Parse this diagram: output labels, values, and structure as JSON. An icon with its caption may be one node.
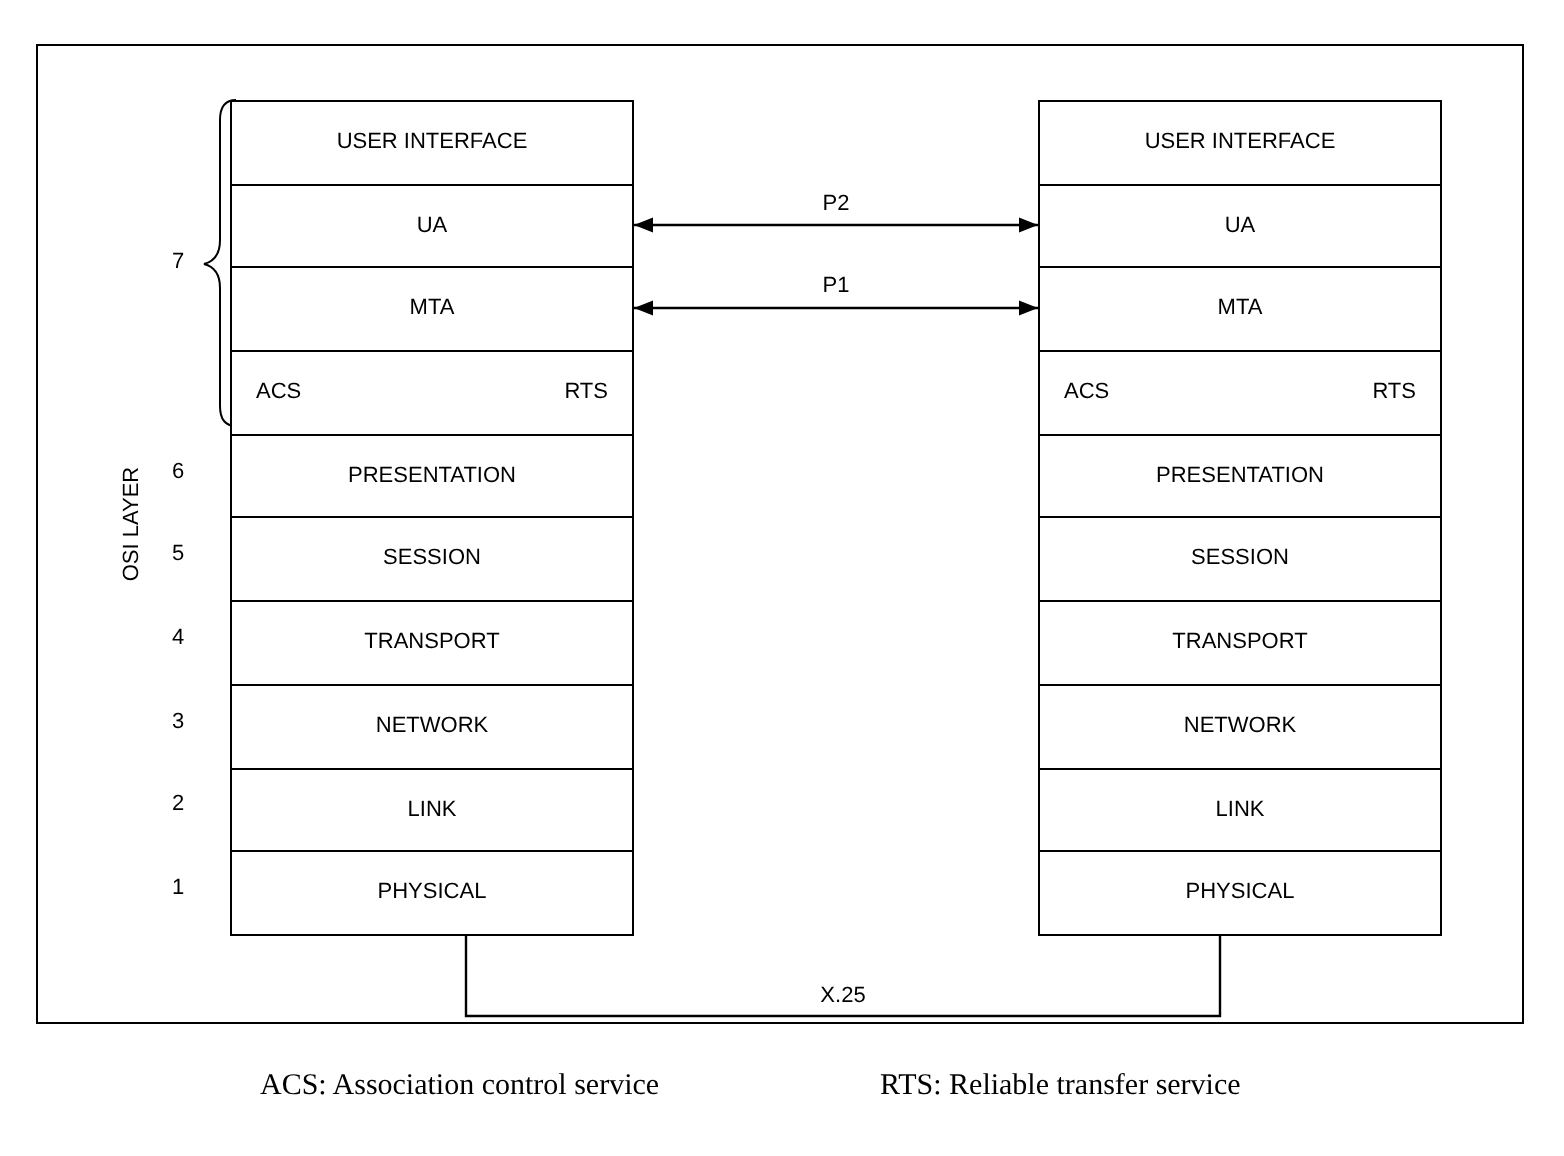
{
  "diagram": {
    "nodes": [
      {
        "text": [
          "USER INTERFACE"
        ]
      },
      {
        "text": [
          "UA"
        ]
      },
      {
        "text": [
          "MTA"
        ]
      },
      {
        "text": [
          "ACS",
          "RTS"
        ]
      },
      {
        "text": [
          "PRESENTATION"
        ]
      },
      {
        "text": [
          "SESSION"
        ]
      },
      {
        "text": [
          "TRANSPORT"
        ]
      },
      {
        "text": [
          "NETWORK"
        ]
      },
      {
        "text": [
          "LINK"
        ]
      },
      {
        "text": [
          "PHYSICAL"
        ]
      },
      {
        "text": [
          "USER INTERFACE"
        ]
      },
      {
        "text": [
          "UA"
        ]
      },
      {
        "text": [
          "MTA"
        ]
      },
      {
        "text": [
          "ACS",
          "RTS"
        ]
      },
      {
        "text": [
          "PRESENTATION"
        ]
      },
      {
        "text": [
          "SESSION"
        ]
      },
      {
        "text": [
          "TRANSPORT"
        ]
      },
      {
        "text": [
          "NETWORK"
        ]
      },
      {
        "text": [
          "LINK"
        ]
      },
      {
        "text": [
          "PHYSICAL"
        ]
      }
    ],
    "edges": [
      {
        "from": 1,
        "to": 11,
        "arrow": "both",
        "label": "P2"
      },
      {
        "from": 2,
        "to": 12,
        "arrow": "both",
        "label": "P1"
      },
      {
        "from": 9,
        "to": 19,
        "arrow": "none",
        "label": "X.25"
      }
    ],
    "labels": [
      "7",
      "OSI LAYER",
      "6",
      "5",
      "4",
      "3",
      "2",
      "1",
      "ACS: Association control service",
      "RTS: Reliable transfer service"
    ]
  }
}
